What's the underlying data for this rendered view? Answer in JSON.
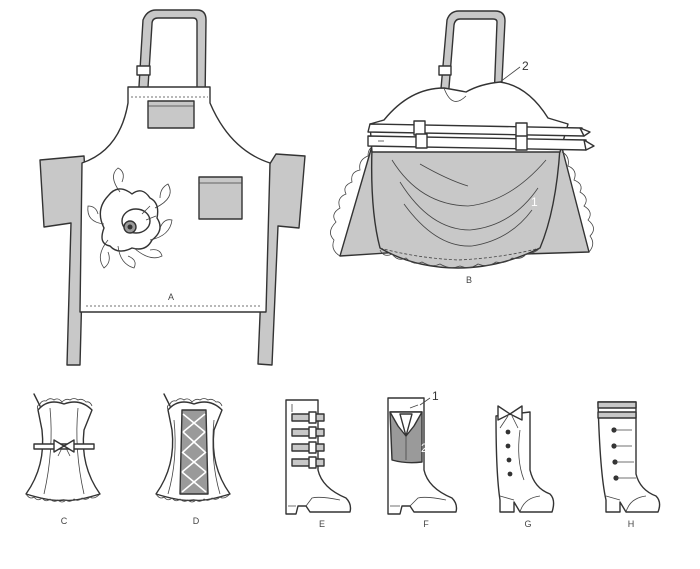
{
  "views": [
    {
      "id": "A",
      "label": "A"
    },
    {
      "id": "B",
      "label": "B",
      "pieces": [
        "2",
        "1"
      ]
    },
    {
      "id": "C",
      "label": "C"
    },
    {
      "id": "D",
      "label": "D"
    },
    {
      "id": "E",
      "label": "E"
    },
    {
      "id": "F",
      "label": "F",
      "pieces": [
        "1",
        "2"
      ]
    },
    {
      "id": "G",
      "label": "G"
    },
    {
      "id": "H",
      "label": "H"
    }
  ],
  "colors": {
    "outline": "#333333",
    "fabric": "#ffffff",
    "contrast": "#c8c8c8",
    "dark_contrast": "#9a9a9a"
  },
  "icons": [
    "octopus-icon",
    "bow-icon",
    "buckle-icon"
  ]
}
